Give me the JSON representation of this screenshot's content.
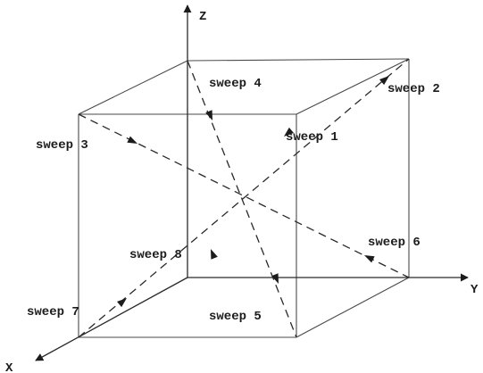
{
  "axes": {
    "x_label": "X",
    "y_label": "Y",
    "z_label": "Z"
  },
  "sweeps": [
    {
      "id": "sweep-1",
      "label": "sweep 1"
    },
    {
      "id": "sweep-2",
      "label": "sweep 2"
    },
    {
      "id": "sweep-3",
      "label": "sweep 3"
    },
    {
      "id": "sweep-4",
      "label": "sweep 4"
    },
    {
      "id": "sweep-5",
      "label": "sweep 5"
    },
    {
      "id": "sweep-6",
      "label": "sweep 6"
    },
    {
      "id": "sweep-7",
      "label": "sweep 7"
    },
    {
      "id": "sweep-8",
      "label": "sweep 8"
    }
  ]
}
